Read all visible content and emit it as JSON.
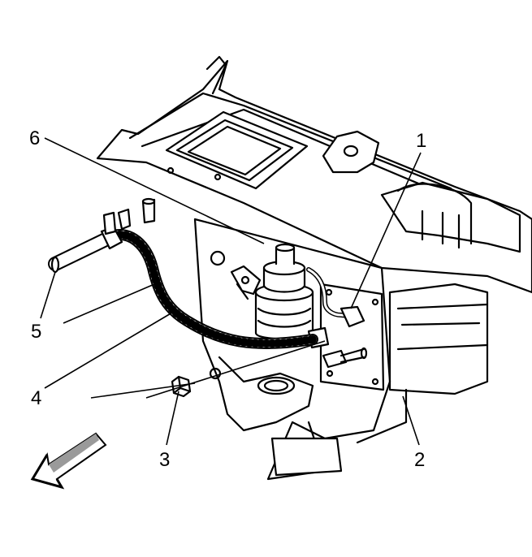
{
  "callouts": [
    {
      "id": "1",
      "label": "1"
    },
    {
      "id": "2",
      "label": "2"
    },
    {
      "id": "3",
      "label": "3"
    },
    {
      "id": "4",
      "label": "4"
    },
    {
      "id": "5",
      "label": "5"
    },
    {
      "id": "6",
      "label": "6"
    }
  ],
  "icons": {
    "direction_arrow": "front-direction-arrow-icon"
  },
  "colors": {
    "line": "#000000",
    "fill": "#ffffff",
    "arrow_shade": "#9a9a9a"
  }
}
